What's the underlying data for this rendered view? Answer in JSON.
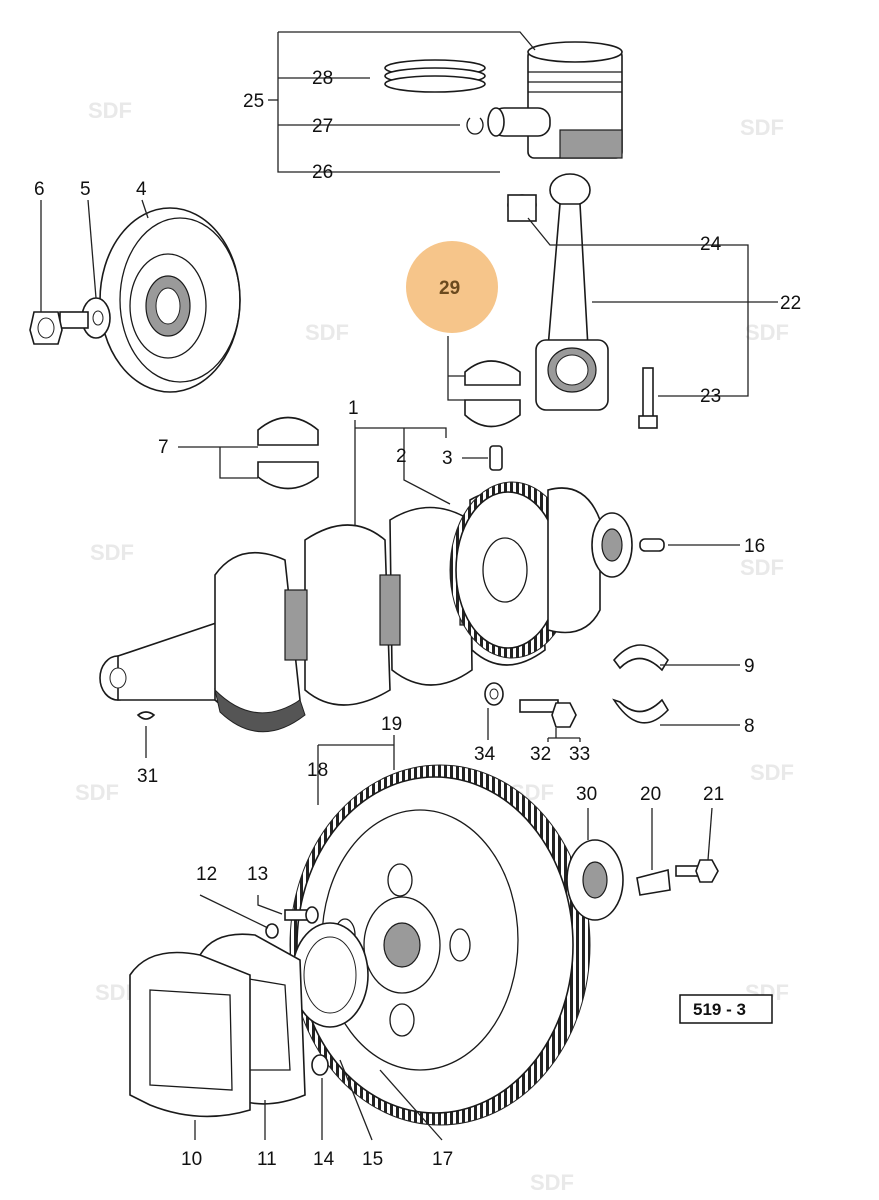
{
  "diagram": {
    "title": "Crankshaft, piston and flywheel exploded view",
    "reference_code": "519 - 3",
    "highlight_color": "#f6c58a",
    "highlighted_callout": "29",
    "watermark": "SDF",
    "callouts": {
      "c1": "1",
      "c2": "2",
      "c3": "3",
      "c4": "4",
      "c5": "5",
      "c6": "6",
      "c7": "7",
      "c8": "8",
      "c9": "9",
      "c10": "10",
      "c11": "11",
      "c12": "12",
      "c13": "13",
      "c14": "14",
      "c15": "15",
      "c16": "16",
      "c17": "17",
      "c18": "18",
      "c19": "19",
      "c20": "20",
      "c21": "21",
      "c22": "22",
      "c23": "23",
      "c24": "24",
      "c25": "25",
      "c26": "26",
      "c27": "27",
      "c28": "28",
      "c29": "29",
      "c30": "30",
      "c31": "31",
      "c32": "32",
      "c33": "33",
      "c34": "34"
    }
  }
}
